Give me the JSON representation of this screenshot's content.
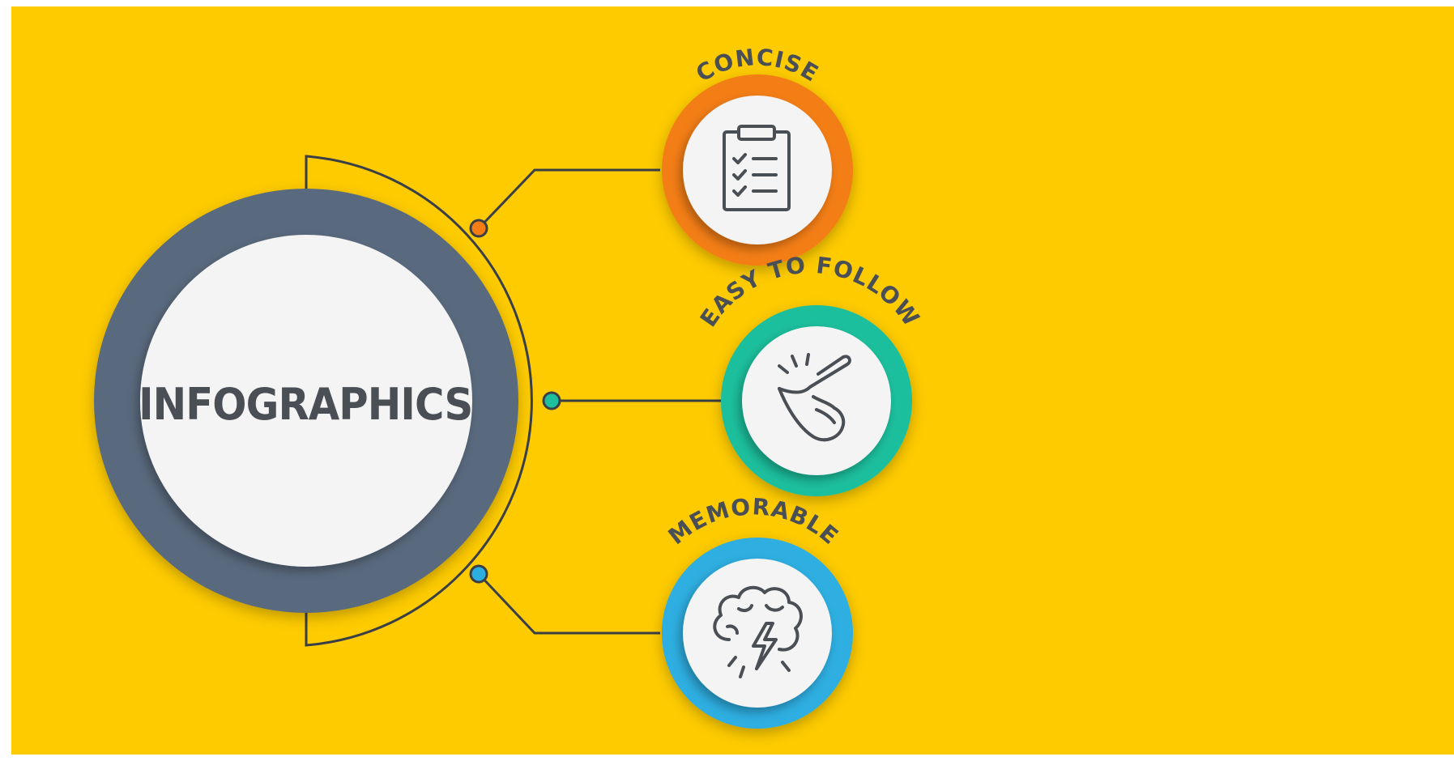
{
  "title": "INFOGRAPHICS",
  "colors": {
    "background": "#FECB00",
    "hub_ring": "#5A6A7E",
    "hub_fill": "#F4F4F4",
    "connector": "#3A3F46",
    "text_dark": "#4A4F56"
  },
  "items": [
    {
      "label": "CONCISE",
      "icon": "clipboard-checklist-icon",
      "color": "#F47E13"
    },
    {
      "label": "EASY TO FOLLOW",
      "icon": "snapping-fingers-icon",
      "color": "#1DBF9D"
    },
    {
      "label": "MEMORABLE",
      "icon": "brain-lightning-icon",
      "color": "#2DAEE1"
    }
  ]
}
